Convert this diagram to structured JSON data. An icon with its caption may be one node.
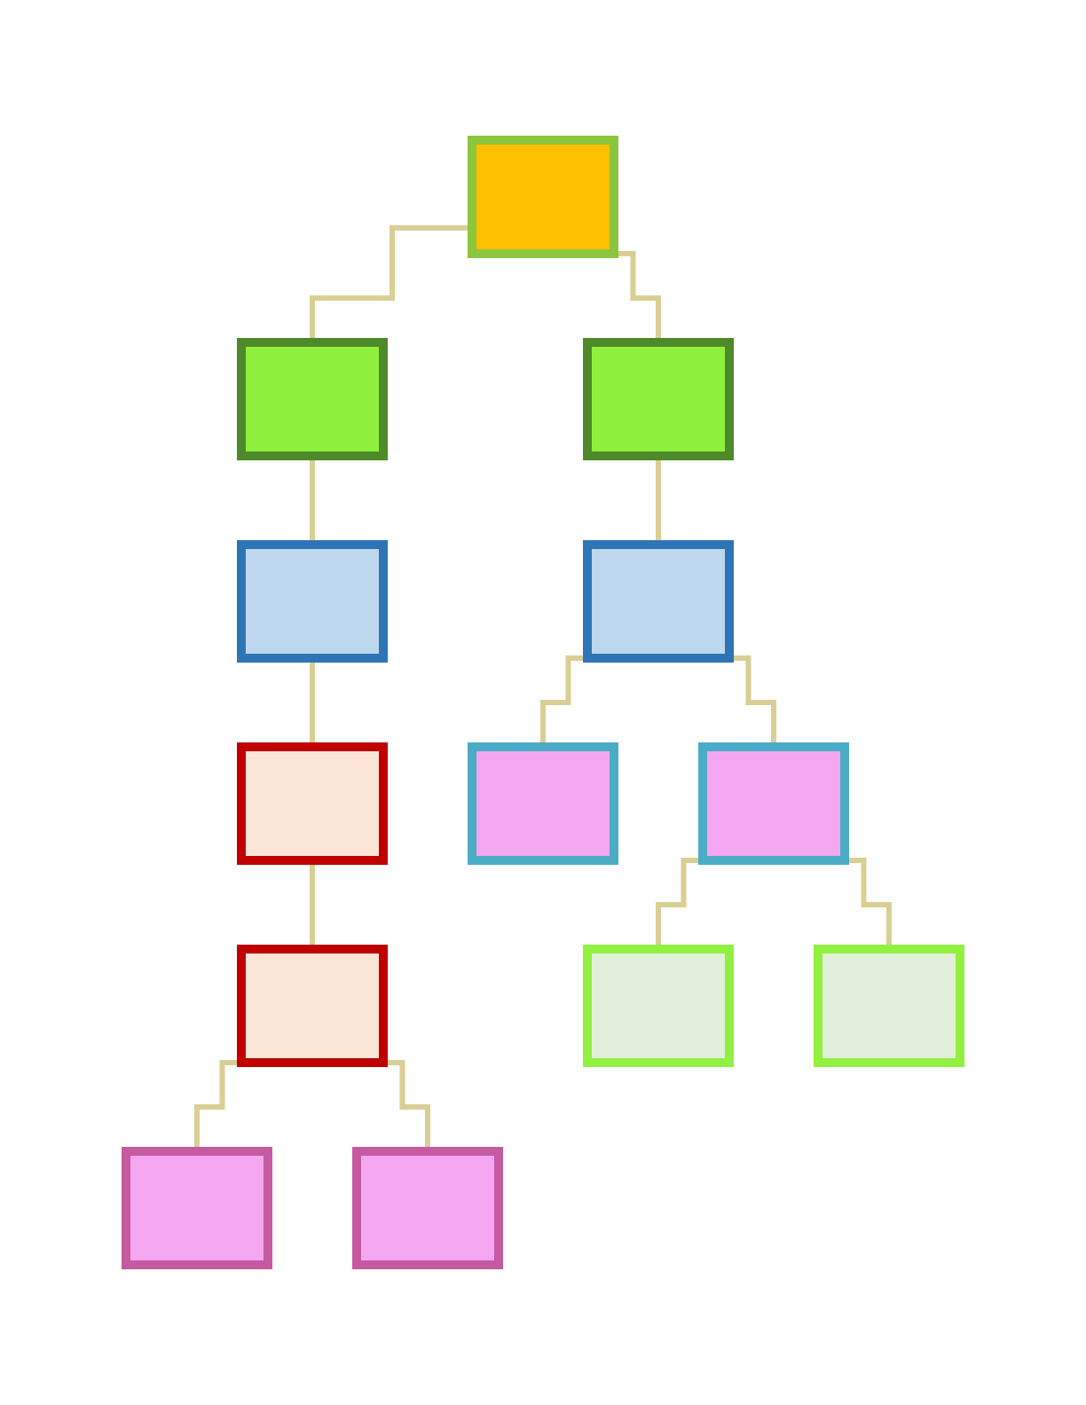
{
  "diagram": {
    "nodes": [
      {
        "text": [],
        "shape": "box"
      },
      {
        "text": [],
        "shape": "box"
      },
      {
        "text": [],
        "shape": "box"
      },
      {
        "text": [],
        "shape": "box"
      },
      {
        "text": [],
        "shape": "box"
      },
      {
        "text": [],
        "shape": "box"
      },
      {
        "text": [],
        "shape": "box"
      },
      {
        "text": [],
        "shape": "box"
      },
      {
        "text": [],
        "shape": "box"
      },
      {
        "text": [],
        "shape": "box"
      },
      {
        "text": [],
        "shape": "box"
      },
      {
        "text": [],
        "shape": "box"
      },
      {
        "text": [],
        "shape": "box"
      }
    ],
    "edges": [
      {
        "from": 0,
        "to": 1,
        "arrow": "none"
      },
      {
        "from": 0,
        "to": 2,
        "arrow": "none"
      },
      {
        "from": 1,
        "to": 3,
        "arrow": "none"
      },
      {
        "from": 2,
        "to": 4,
        "arrow": "none"
      },
      {
        "from": 3,
        "to": 5,
        "arrow": "none"
      },
      {
        "from": 4,
        "to": 6,
        "arrow": "none"
      },
      {
        "from": 4,
        "to": 7,
        "arrow": "none"
      },
      {
        "from": 5,
        "to": 8,
        "arrow": "none"
      },
      {
        "from": 7,
        "to": 9,
        "arrow": "none"
      },
      {
        "from": 8,
        "to": 10,
        "arrow": "none"
      },
      {
        "from": 7,
        "to": 11,
        "arrow": "none"
      },
      {
        "from": 8,
        "to": 12,
        "arrow": "none"
      }
    ]
  }
}
